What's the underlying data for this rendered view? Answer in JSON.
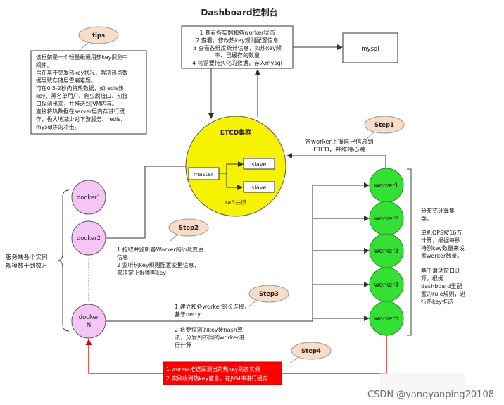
{
  "title": "Dashboard控制台",
  "dashboard_box": {
    "lines": [
      "1 查看各实例和各worker状态",
      "2 查看，修改热key规则配置信息",
      "3 查看各维度统计信息，如热key频",
      "率、已缓存的数量",
      "4 将需要持久化的数据，存入mysql"
    ]
  },
  "mysql_label": "mysql",
  "tips": {
    "badge": "tips",
    "lines": [
      "该框架是一个轻量级通用热key探测中",
      "间件。",
      "旨在基于突发热key状况，解决热点数",
      "据导致存储层雪崩难题。",
      "可在0.5-2秒内将热数据，如redis热",
      "key、黑名单用户、爬虫刷接口、热接",
      "口探测出来，并推送到JVM内存。",
      "直接将热数据在server层内存进行缓",
      "存，极大地减少对下游服务、redis、",
      "mysql等的冲击。"
    ]
  },
  "etcd": {
    "title": "ETCD集群",
    "master": "master",
    "slave1": "slave",
    "slave2": "slave",
    "raft": "raft共识"
  },
  "step1": {
    "badge": "Step1",
    "lines": [
      "各worker上报自己信息到",
      "ETCD，并维持心跳"
    ]
  },
  "step2": {
    "badge": "Step2",
    "lines": [
      "1  拉取并监听各Worker的ip及变更",
      "信息",
      "2  监听热key规则配置变更信息，",
      "来决定上报哪些key"
    ]
  },
  "step3": {
    "badge": "Step3",
    "lines": [
      "1 建立和各worker的长连接，",
      "基于netty",
      "2 将要探测的key按hash算",
      "法，分发到不同的worker进",
      "行计算"
    ]
  },
  "step4": {
    "badge": "Step4",
    "lines": [
      "1 worker推送探测出的热key到各实例",
      "2 实例收到热key信息，在JVM中进行缓存"
    ]
  },
  "dockers": {
    "d1": "docker1",
    "d2": "docker2",
    "dn_line1": "docker",
    "dn_line2": "N"
  },
  "service_label": [
    "服务端各个实例",
    "规模数千到数万"
  ],
  "workers": [
    "worker1",
    "worker2",
    "worker3",
    "worker4",
    "worker5"
  ],
  "worker_desc": {
    "lines": [
      "分布式计算集",
      "群。",
      "",
      "单机QPS按16万",
      "计算，根据每秒",
      "待测key数量来设",
      "置worker数量。",
      "",
      "基于滑动窗口计",
      "算，根据",
      "dashboard里配",
      "置的rule规则，进",
      "行热key推送"
    ]
  },
  "watermark": "CSDN @yangyanping20108",
  "colors": {
    "etcd_fill": "#f7f300",
    "worker_fill": "#33e033",
    "docker_fill": "#f5c6f5",
    "badge_fill": "#f7dcc8",
    "step4_fill": "#ff0000",
    "arrow_red": "#dd0000"
  }
}
